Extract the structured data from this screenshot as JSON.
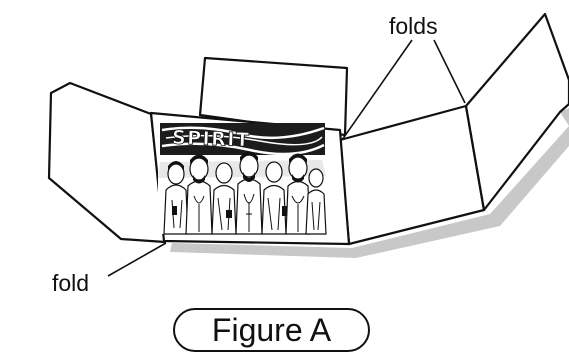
{
  "labels": {
    "folds": "folds",
    "fold": "fold",
    "caption": "Figure A"
  },
  "cover_art": {
    "lettering": "SPIRIT"
  },
  "colors": {
    "ink": "#111111",
    "panel_fill": "#ffffff",
    "shadow": "#c8c8c8"
  }
}
